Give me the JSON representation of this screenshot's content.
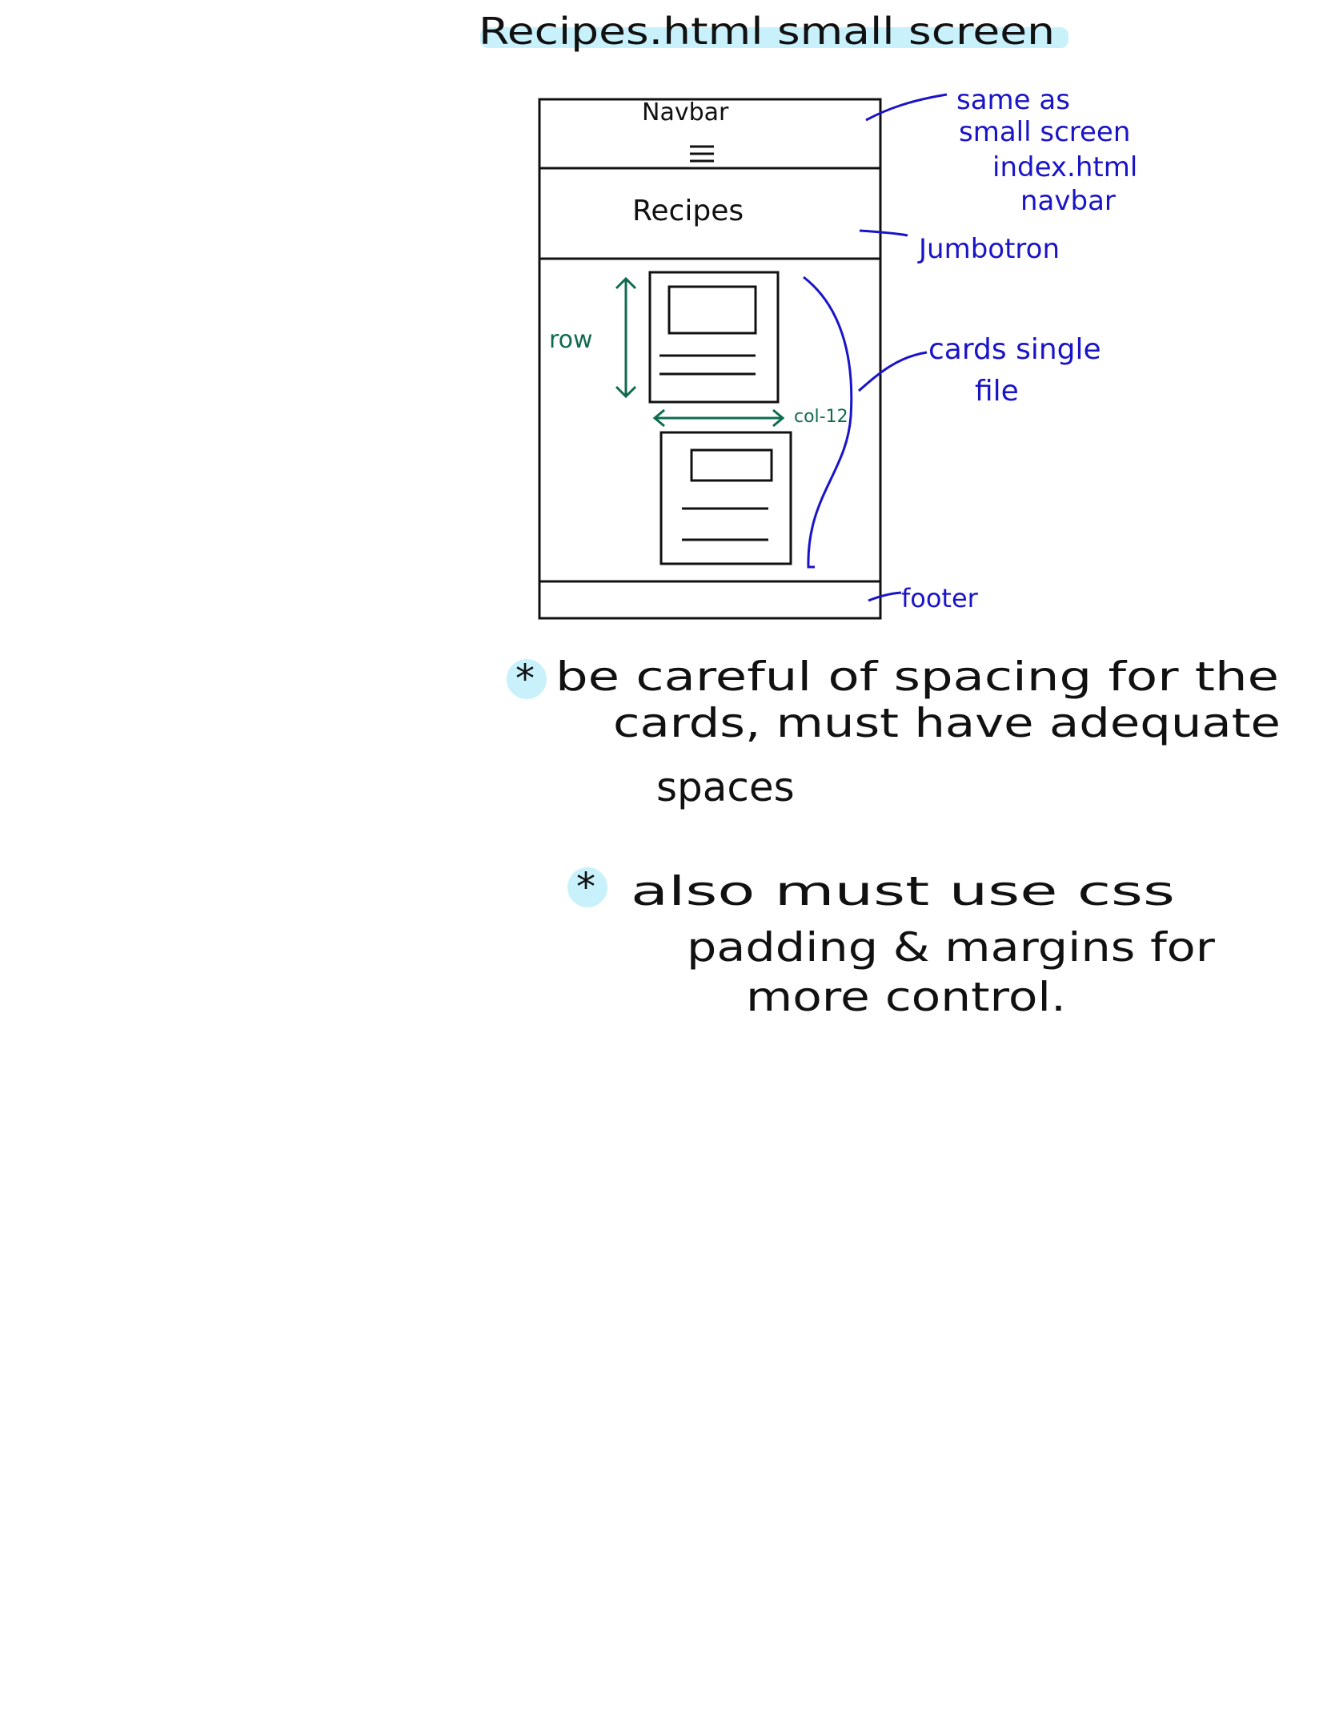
{
  "title": "Recipes.html small screen",
  "wireframe": {
    "navbar_label": "Navbar",
    "hamburger_icon": "hamburger-menu-icon",
    "jumbotron_label": "Recipes"
  },
  "annotations": {
    "navbar_note_lines": [
      "same as",
      "small screen",
      "index.html",
      "navbar"
    ],
    "jumbotron_note": "Jumbotron",
    "cards_note_lines": [
      "cards single",
      "file"
    ],
    "footer_note": "footer",
    "row_label": "row",
    "col_label": "col-12"
  },
  "notes": {
    "note1_lines": [
      "be careful of spacing for the",
      "cards, must have adequate",
      "spaces"
    ],
    "note2_lines": [
      "also must use css",
      "padding & margins for",
      "more control."
    ]
  },
  "colors": {
    "ink": "#111111",
    "blue_ink": "#1a14c8",
    "green_ink": "#0f6b4f",
    "highlight": "#c8f1fb"
  }
}
